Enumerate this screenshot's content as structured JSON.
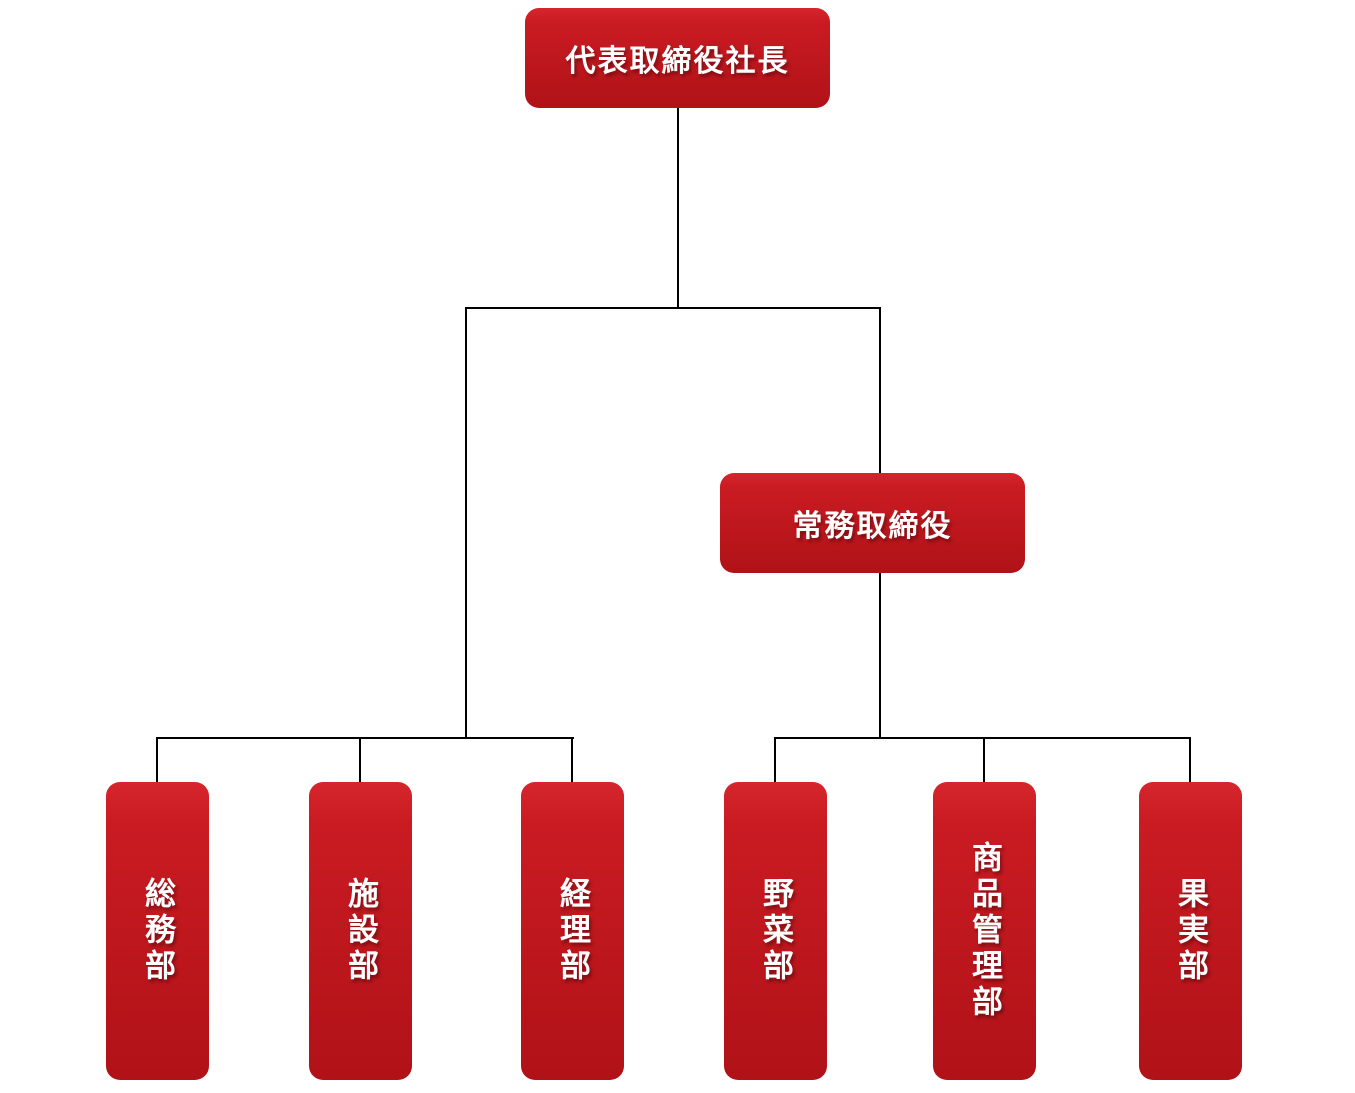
{
  "org": {
    "root": {
      "label": "代表取締役社長"
    },
    "managing_director": {
      "label": "常務取締役"
    },
    "left_departments": [
      {
        "label": "総務部"
      },
      {
        "label": "施設部"
      },
      {
        "label": "経理部"
      }
    ],
    "right_departments": [
      {
        "label": "野菜部"
      },
      {
        "label": "商品管理部"
      },
      {
        "label": "果実部"
      }
    ],
    "colors": {
      "box_gradient_top": "#d4262c",
      "box_gradient_mid": "#ca1b22",
      "box_gradient_bottom": "#b01218",
      "text": "#ffffff",
      "line": "#000000",
      "background": "#ffffff"
    }
  }
}
